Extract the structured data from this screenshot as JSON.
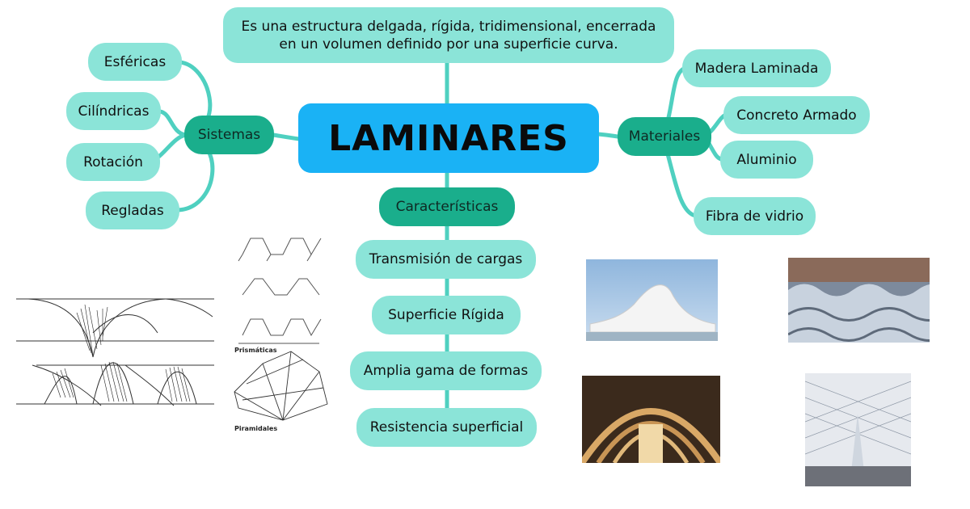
{
  "central": {
    "label": "LAMINARES"
  },
  "description": {
    "line1": "Es una estructura delgada, rígida, tridimensional, encerrada",
    "line2": "en un volumen definido por una superficie curva."
  },
  "sistemas": {
    "label": "Sistemas",
    "items": [
      "Esféricas",
      "Cilíndricas",
      "Rotación",
      "Regladas"
    ]
  },
  "materiales": {
    "label": "Materiales",
    "items": [
      "Madera Laminada",
      "Concreto Armado",
      "Aluminio",
      "Fibra de vidrio"
    ]
  },
  "caracteristicas": {
    "label": "Características",
    "items": [
      "Transmisión de cargas",
      "Superficie Rígida",
      "Amplia gama de formas",
      "Resistencia superficial"
    ]
  },
  "sketch_captions": {
    "prismaticas": "Prismáticas",
    "piramidales": "Piramidales"
  },
  "colors": {
    "central": "#1ab2f5",
    "branch": "#1aae8c",
    "leaf": "#8be4d8",
    "connector": "#4fd0c0"
  }
}
